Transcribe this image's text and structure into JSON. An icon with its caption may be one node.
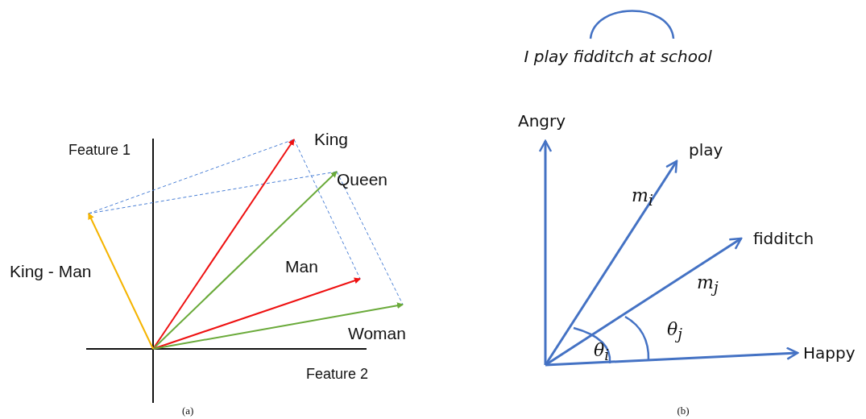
{
  "diagram": {
    "labels": [
      "I play fidditch at school",
      "Angry",
      "Feature 1",
      "King",
      "play",
      "Queen",
      "*m*$_{i}$",
      "fidditch",
      "King - Man",
      "Man",
      "*m*$_{j}$",
      "θ$_{i}$",
      "θ$_{j}$",
      "Woman",
      "Happy",
      "Feature 2",
      "(a)",
      "(b)"
    ]
  }
}
